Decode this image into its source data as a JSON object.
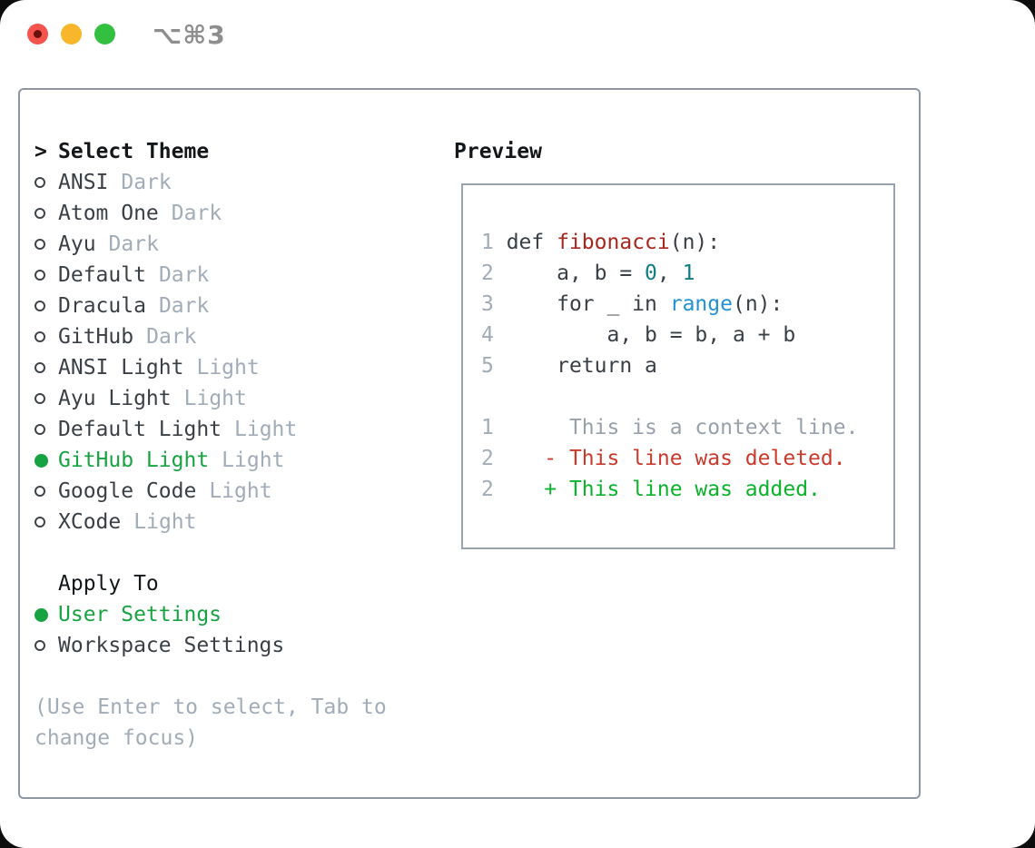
{
  "titlebar": {
    "shortcut": "⌥⌘3"
  },
  "theme_picker": {
    "caret": ">",
    "title": "Select Theme",
    "items": [
      {
        "name": "ANSI",
        "tag": "Dark",
        "selected": false
      },
      {
        "name": "Atom One",
        "tag": "Dark",
        "selected": false
      },
      {
        "name": "Ayu",
        "tag": "Dark",
        "selected": false
      },
      {
        "name": "Default",
        "tag": "Dark",
        "selected": false
      },
      {
        "name": "Dracula",
        "tag": "Dark",
        "selected": false
      },
      {
        "name": "GitHub",
        "tag": "Dark",
        "selected": false
      },
      {
        "name": "ANSI Light",
        "tag": "Light",
        "selected": false
      },
      {
        "name": "Ayu Light",
        "tag": "Light",
        "selected": false
      },
      {
        "name": "Default Light",
        "tag": "Light",
        "selected": false
      },
      {
        "name": "GitHub Light",
        "tag": "Light",
        "selected": true
      },
      {
        "name": "Google Code",
        "tag": "Light",
        "selected": false
      },
      {
        "name": "XCode",
        "tag": "Light",
        "selected": false
      }
    ],
    "apply_to": {
      "title": "Apply To",
      "options": [
        {
          "name": "User Settings",
          "selected": true
        },
        {
          "name": "Workspace Settings",
          "selected": false
        }
      ]
    },
    "help_lines": [
      "(Use Enter to select, Tab to",
      "change focus)"
    ]
  },
  "preview": {
    "title": "Preview",
    "code_lines": [
      {
        "parts": [
          [
            "1",
            "linenum"
          ],
          [
            " def ",
            "plain"
          ],
          [
            "fibonacci",
            "func"
          ],
          [
            "(n):",
            "plain"
          ]
        ]
      },
      {
        "parts": [
          [
            "2",
            "linenum"
          ],
          [
            "     a, b = ",
            "plain"
          ],
          [
            "0",
            "number"
          ],
          [
            ", ",
            "plain"
          ],
          [
            "1",
            "number"
          ]
        ]
      },
      {
        "parts": [
          [
            "3",
            "linenum"
          ],
          [
            "     for _ in ",
            "plain"
          ],
          [
            "range",
            "builtin"
          ],
          [
            "(n):",
            "plain"
          ]
        ]
      },
      {
        "parts": [
          [
            "4",
            "linenum"
          ],
          [
            "         a, b = b, a + b",
            "plain"
          ]
        ]
      },
      {
        "parts": [
          [
            "5",
            "linenum"
          ],
          [
            "     return a",
            "plain"
          ]
        ]
      }
    ],
    "diff_lines": [
      {
        "kind": "context",
        "parts": [
          [
            "1",
            "linenum"
          ],
          [
            "      This is a context line.",
            "context"
          ]
        ]
      },
      {
        "kind": "deleted",
        "parts": [
          [
            "2",
            "linenum"
          ],
          [
            "    ",
            "plain"
          ],
          [
            "- This line was deleted.",
            "deleted"
          ]
        ]
      },
      {
        "kind": "added",
        "parts": [
          [
            "2",
            "linenum"
          ],
          [
            "    ",
            "plain"
          ],
          [
            "+ This line was added.",
            "added"
          ]
        ]
      }
    ]
  },
  "colors": {
    "accent_green": "#17a342",
    "added_green": "#0cb22b",
    "deleted_red": "#c93a2c",
    "function_red": "#a5271e",
    "number_teal": "#0f7d84",
    "builtin_blue": "#2191d3",
    "text_dark": "#3b4046",
    "heading_black": "#14171a",
    "muted_gray": "#a2acb8",
    "context_gray": "#98a1ab",
    "panel_border": "#8d96a2",
    "preview_border": "#9aa4b0",
    "ring_gray": "#3f444b",
    "traffic_red": "#f4544d",
    "traffic_red_dot": "#6d100b",
    "traffic_yellow": "#f8b62a",
    "traffic_green": "#33bf3f",
    "shortcut_gray": "#8e8e8e",
    "window_bg": "#ffffff",
    "page_bg": "#0d0d0d"
  }
}
